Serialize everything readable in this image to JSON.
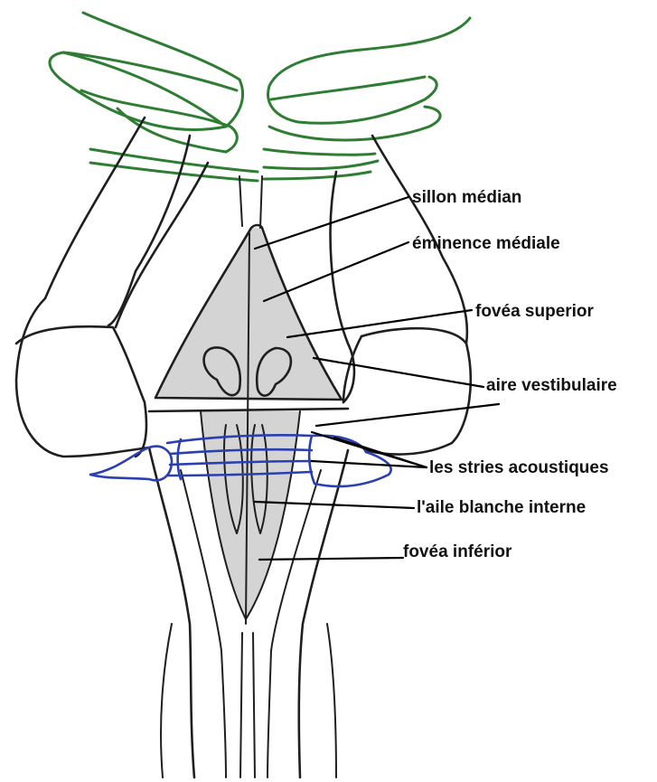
{
  "colors": {
    "outline": "#1f1f22",
    "cerebellar_peduncles": "#2e7d32",
    "acoustic_striae": "#2a3fb0",
    "floor_shading": "#d4d4d4",
    "label_text": "#111111"
  },
  "labels": {
    "sillon_median": "sillon médian",
    "eminence_mediale": "éminence médiale",
    "fovea_superior": "fovéa superior",
    "aire_vestibulaire": "aire vestibulaire",
    "stries_acoustiques": "les stries acoustiques",
    "aile_blanche_interne": "l'aile blanche interne",
    "fovea_inferior": "fovéa inférior"
  }
}
